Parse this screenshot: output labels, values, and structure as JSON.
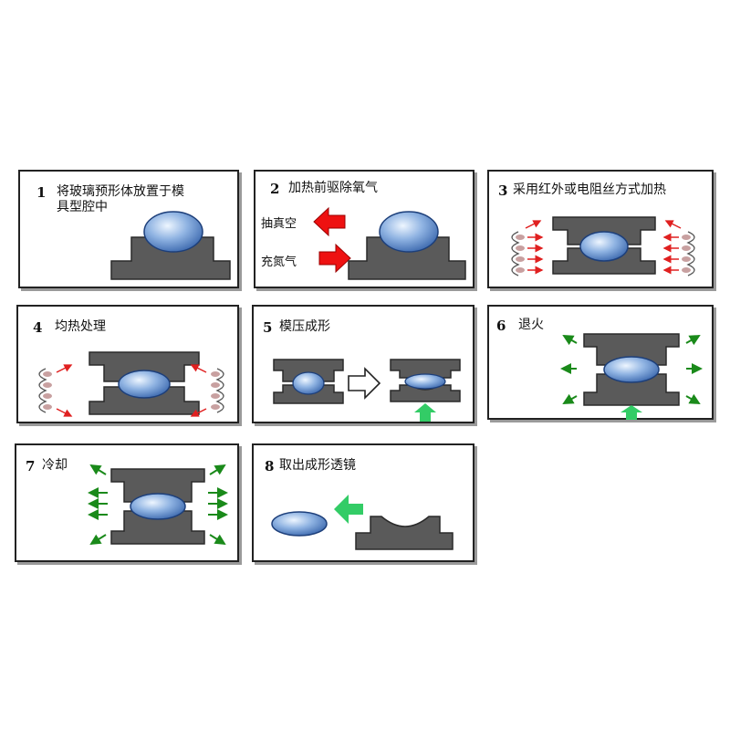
{
  "colors": {
    "mold": "#5a5a5a",
    "lens_light": "#cfe2f5",
    "lens_dark": "#3f6fb8",
    "heat_arrow": "#e02020",
    "air_arrow": "#1a8a1a",
    "press_arrow": "#33cc66",
    "gas_arrow": "#ee1111"
  },
  "steps": [
    {
      "number": "1",
      "caption_line1": "将玻璃预形体放置于模",
      "caption_line2": "具型腔中"
    },
    {
      "number": "2",
      "caption": "加热前驱除氧气",
      "vacuum_label": "抽真空",
      "nitrogen_label": "充氮气"
    },
    {
      "number": "3",
      "caption": "采用红外或电阻丝方式加热"
    },
    {
      "number": "4",
      "caption": "均热处理"
    },
    {
      "number": "5",
      "caption": "模压成形"
    },
    {
      "number": "6",
      "caption": "退火"
    },
    {
      "number": "7",
      "caption": "冷却"
    },
    {
      "number": "8",
      "caption": "取出成形透镜"
    }
  ]
}
